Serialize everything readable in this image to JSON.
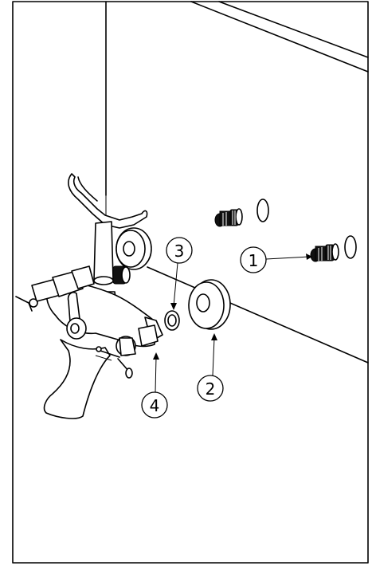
{
  "diagram": {
    "callouts": [
      {
        "id": "callout-1",
        "label": "1"
      },
      {
        "id": "callout-2",
        "label": "2"
      },
      {
        "id": "callout-3",
        "label": "3"
      },
      {
        "id": "callout-4",
        "label": "4"
      }
    ],
    "colors": {
      "line": "#000000",
      "background": "#ffffff",
      "dark_fill": "#111111"
    }
  }
}
